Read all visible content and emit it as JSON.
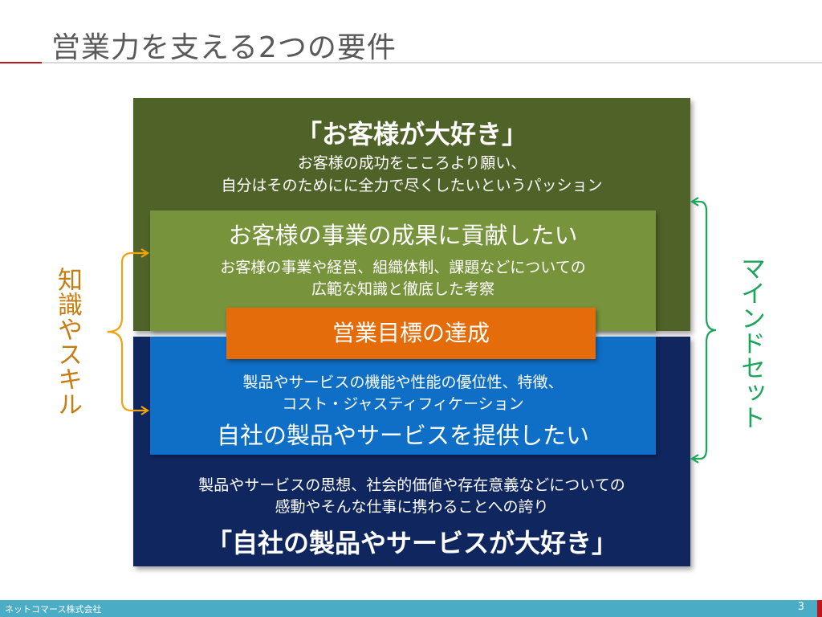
{
  "title": "営業力を支える2つの要件",
  "top": {
    "heading": "「お客様が大好き」",
    "line1": "お客様の成功をこころより願い、",
    "line2": "自分はそのためにに全力で尽くしたいというパッション"
  },
  "inner_green": {
    "heading": "お客様の事業の成果に貢献したい",
    "line1": "お客様の事業や経営、組織体制、課題などについての",
    "line2": "広範な知識と徹底した考察"
  },
  "goal": "営業目標の達成",
  "inner_blue": {
    "line1": "製品やサービスの機能や性能の優位性、特徴、",
    "line2": "コスト・ジャスティフィケーション",
    "heading": "自社の製品やサービスを提供したい"
  },
  "bottom": {
    "line1": "製品やサービスの思想、社会的価値や存在意義などについての",
    "line2": "感動やそんな仕事に携わることへの誇り",
    "heading": "「自社の製品やサービスが大好き」"
  },
  "left_label": "知識やスキル",
  "right_label": "マインドセット",
  "footer": {
    "company": "ネットコマース株式会社",
    "page": "3"
  },
  "colors": {
    "top": "#4f6228",
    "inner_green": "#77933c",
    "goal": "#e46c0a",
    "inner_blue": "#0f6fc6",
    "bottom": "#10265f",
    "left_brace": "#f0a30a",
    "right_brace": "#1aa55a"
  }
}
